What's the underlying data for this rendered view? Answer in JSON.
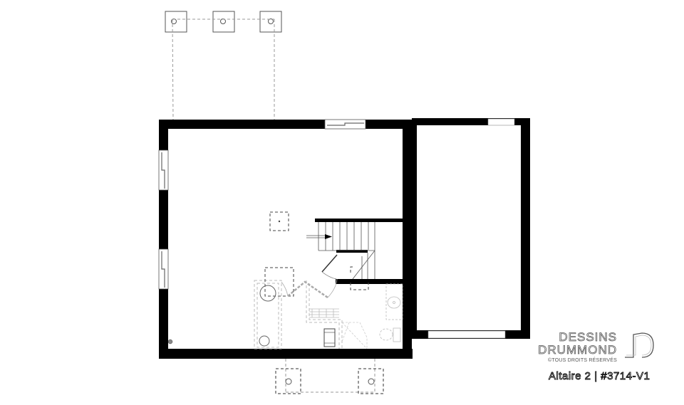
{
  "plan": {
    "type": "basement floor plan",
    "colors": {
      "wall": "#000000",
      "dashed": "#888888",
      "fixture": "#bbbbbb",
      "background": "#ffffff"
    }
  },
  "brand": {
    "line1": "DESSINS",
    "line2": "DRUMMOND",
    "rights": "©TOUS DROITS RÉSERVÉS"
  },
  "caption": {
    "text": "Altaire 2 | #3714-V1"
  }
}
